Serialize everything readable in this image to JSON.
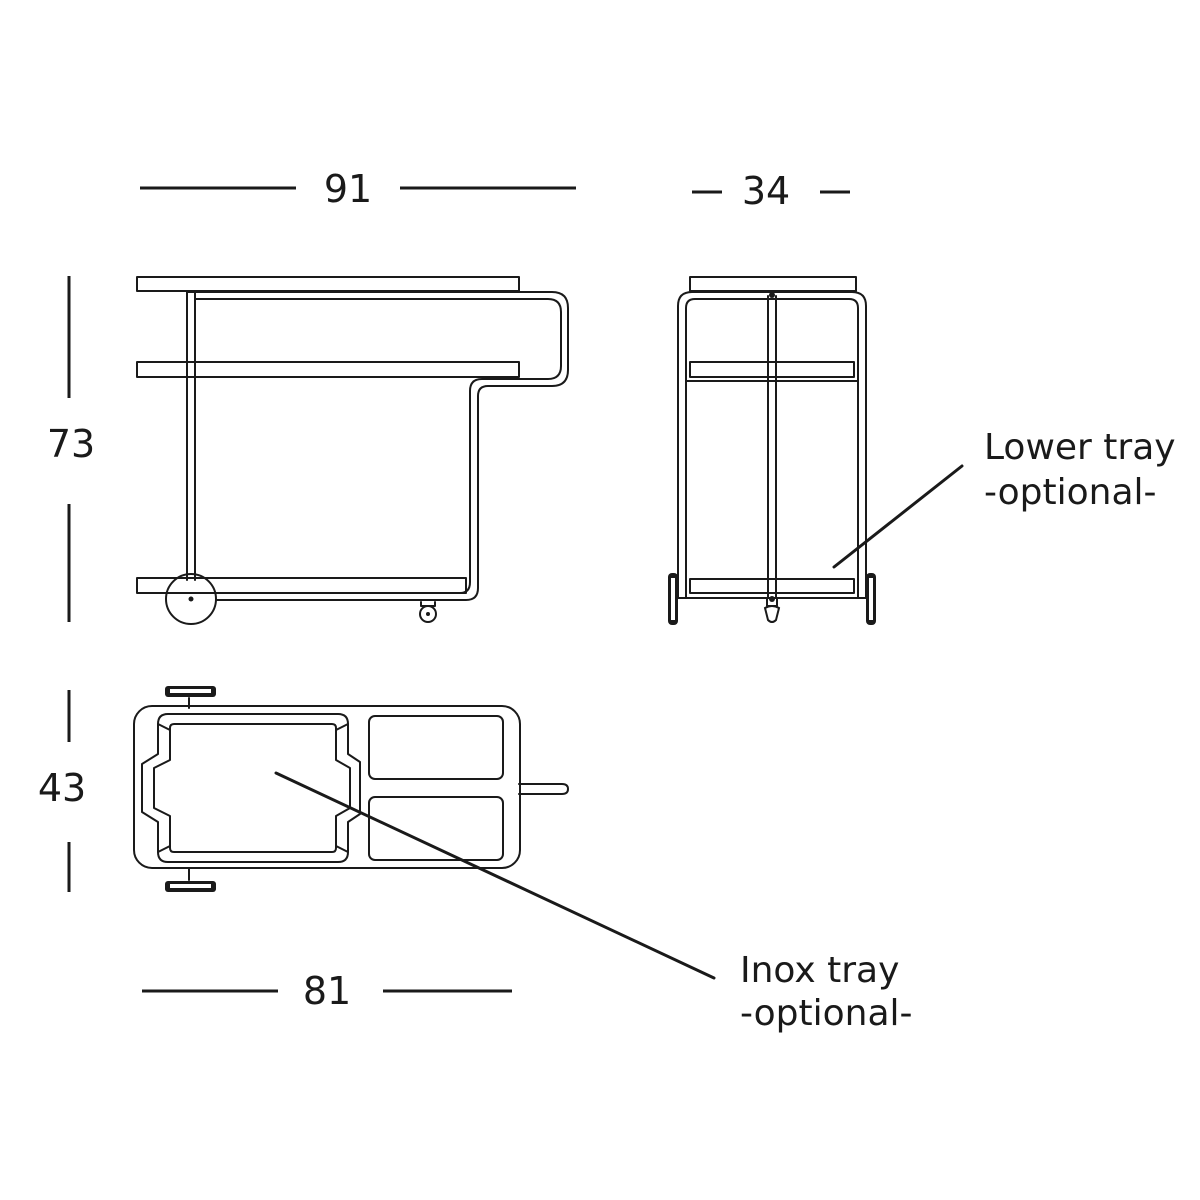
{
  "dimensions": {
    "front_width": "91",
    "side_depth": "34",
    "height": "73",
    "top_depth": "43",
    "top_length": "81"
  },
  "labels": {
    "lower_tray": "Lower tray",
    "lower_tray_note": "-optional-",
    "inox_tray": "Inox tray",
    "inox_tray_note": "-optional-"
  }
}
